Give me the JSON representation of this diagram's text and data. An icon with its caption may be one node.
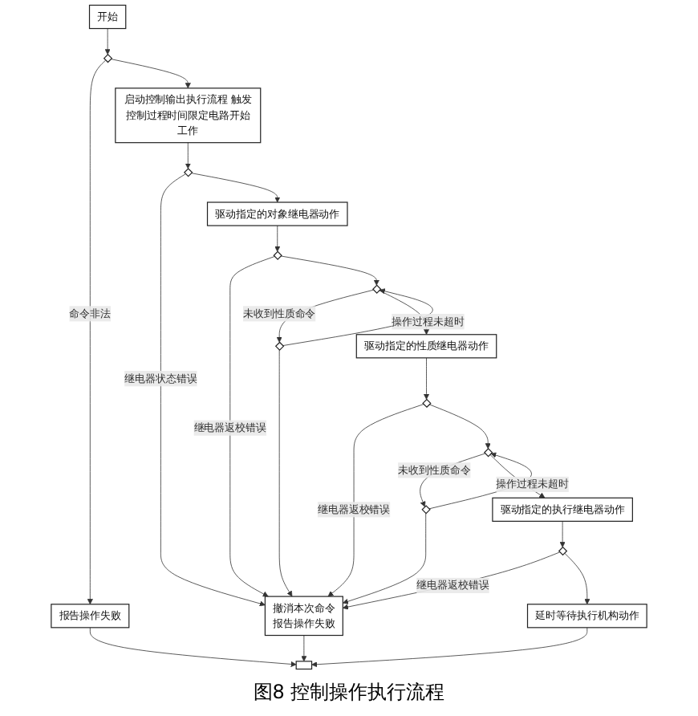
{
  "diagram": {
    "caption": "图8 控制操作执行流程",
    "nodes": [
      {
        "text": [
          "开始"
        ]
      },
      {
        "text": [],
        "shape": "diamond"
      },
      {
        "text": [
          "报告操作失败"
        ]
      },
      {
        "text": [
          "启动控制输出执行流程 触发控制过程时间限定电路开始工作"
        ]
      },
      {
        "text": [],
        "shape": "diamond"
      },
      {
        "text": [
          "驱动指定的对象继电器动作"
        ]
      },
      {
        "text": [],
        "shape": "diamond"
      },
      {
        "text": [],
        "shape": "diamond"
      },
      {
        "text": [],
        "shape": "diamond"
      },
      {
        "text": [
          "驱动指定的性质继电器动作"
        ]
      },
      {
        "text": [],
        "shape": "diamond"
      },
      {
        "text": [],
        "shape": "diamond"
      },
      {
        "text": [],
        "shape": "diamond"
      },
      {
        "text": [
          "驱动指定的执行继电器动作"
        ]
      },
      {
        "text": [],
        "shape": "diamond"
      },
      {
        "text": [
          "延时等待执行机构动作"
        ]
      },
      {
        "text": [
          "撤消本次命令",
          "报告操作失败"
        ]
      },
      {
        "text": [],
        "shape": "box"
      }
    ],
    "edges": [
      {
        "from": 0,
        "to": 1,
        "arrow": "to"
      },
      {
        "from": 1,
        "to": 2,
        "arrow": "to",
        "label": "命令非法"
      },
      {
        "from": 1,
        "to": 3,
        "arrow": "to"
      },
      {
        "from": 3,
        "to": 4,
        "arrow": "to"
      },
      {
        "from": 4,
        "to": 16,
        "arrow": "to",
        "label": "继电器状态错误"
      },
      {
        "from": 4,
        "to": 5,
        "arrow": "to"
      },
      {
        "from": 5,
        "to": 6,
        "arrow": "to"
      },
      {
        "from": 6,
        "to": 16,
        "arrow": "to",
        "label": "继电器返校错误"
      },
      {
        "from": 6,
        "to": 7,
        "arrow": "to"
      },
      {
        "from": 7,
        "to": 8,
        "arrow": "to",
        "label": "未收到性质命令"
      },
      {
        "from": 8,
        "to": 7,
        "arrow": "to",
        "label": "操作过程未超时"
      },
      {
        "from": 8,
        "to": 16,
        "arrow": "to"
      },
      {
        "from": 7,
        "to": 9,
        "arrow": "to"
      },
      {
        "from": 9,
        "to": 10,
        "arrow": "to"
      },
      {
        "from": 10,
        "to": 16,
        "arrow": "to",
        "label": "继电器返校错误"
      },
      {
        "from": 10,
        "to": 11,
        "arrow": "to"
      },
      {
        "from": 11,
        "to": 12,
        "arrow": "to",
        "label": "未收到性质命令"
      },
      {
        "from": 12,
        "to": 11,
        "arrow": "to",
        "label": "操作过程未超时"
      },
      {
        "from": 12,
        "to": 16,
        "arrow": "to"
      },
      {
        "from": 11,
        "to": 13,
        "arrow": "to"
      },
      {
        "from": 13,
        "to": 14,
        "arrow": "to"
      },
      {
        "from": 14,
        "to": 16,
        "arrow": "to",
        "label": "继电器返校错误"
      },
      {
        "from": 14,
        "to": 15,
        "arrow": "to"
      },
      {
        "from": 15,
        "to": 17,
        "arrow": "to"
      },
      {
        "from": 16,
        "to": 17,
        "arrow": "to"
      },
      {
        "from": 2,
        "to": 17,
        "arrow": "to"
      }
    ]
  }
}
